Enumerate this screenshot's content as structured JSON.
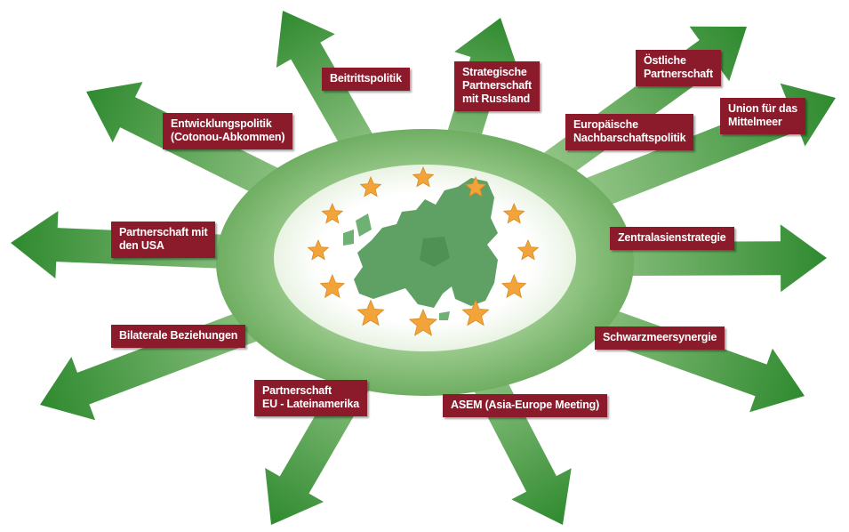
{
  "colors": {
    "arrow_dark": "#2f8a2f",
    "arrow_light": "#a9d29a",
    "ring": "#7fb86f",
    "center": "#ffffff",
    "europe": "#5fa065",
    "star": "#f2a33a",
    "label_bg": "#8b1a2b",
    "label_text": "#ffffff"
  },
  "labels": {
    "beitrittspolitik": "Beitrittspolitik",
    "russland": "Strategische\nPartnerschaft\nmit Russland",
    "oestliche": "Östliche\nPartnerschaft",
    "mittelmeer": "Union für das\nMittelmeer",
    "nachbarschaft": "Europäische\nNachbarschaftspolitik",
    "zentralasien": "Zentralasienstrategie",
    "schwarzmeer": "Schwarzmeersynergie",
    "asem": "ASEM (Asia-Europe Meeting)",
    "lateinamerika": "Partnerschaft\nEU - Lateinamerika",
    "bilaterale": "Bilaterale Beziehungen",
    "usa": "Partnerschaft mit\nden USA",
    "entwicklung": "Entwicklungspolitik\n(Cotonou-Abkommen)"
  },
  "icons": {
    "center": "eu-map-with-star-circle",
    "arrows": "green-arrow-icon"
  }
}
